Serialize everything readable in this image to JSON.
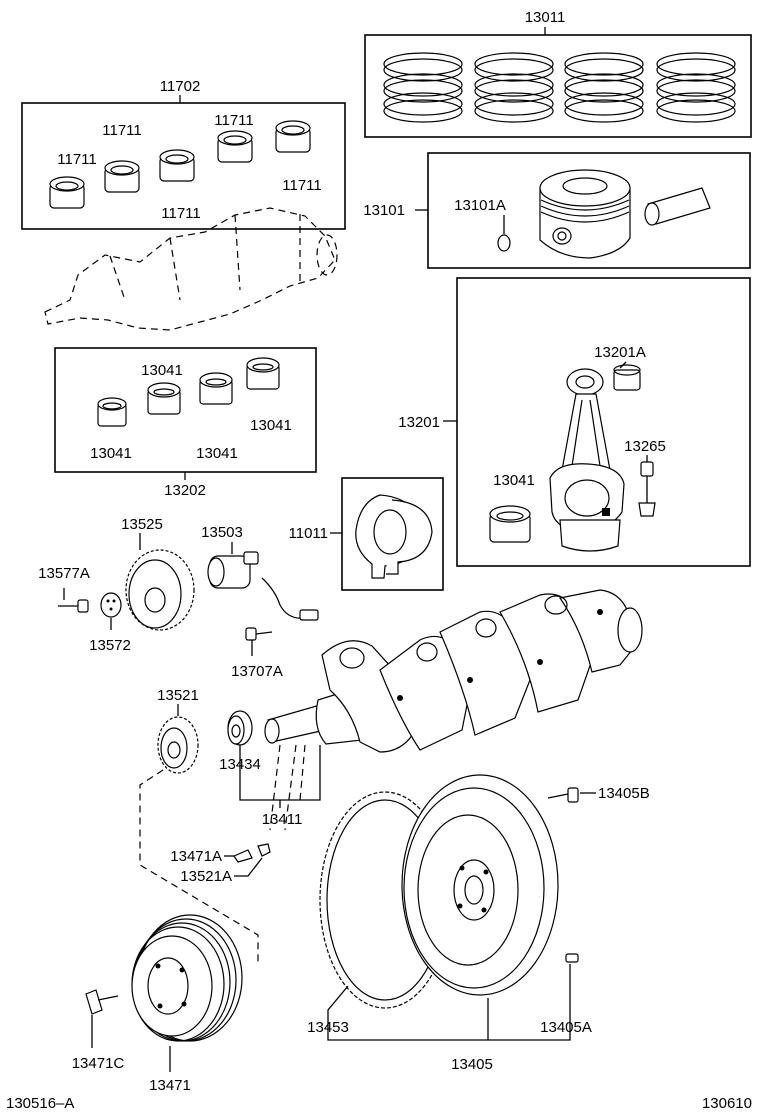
{
  "labels": {
    "ring_set": "13011",
    "bearing_set_upper": "11702",
    "bearing_11711_a": "11711",
    "bearing_11711_b": "11711",
    "bearing_11711_c": "11711",
    "bearing_11711_d": "11711",
    "bearing_11711_e": "11711",
    "piston_sub": "13101",
    "piston_clip": "13101A",
    "rod_sub": "13201",
    "rod_bushing": "13201A",
    "rod_bolt": "13265",
    "rod_bearing": "13041",
    "bearing_13041_a": "13041",
    "bearing_13041_b": "13041",
    "bearing_13041_c": "13041",
    "bearing_13041_d": "13041",
    "bearing_set_lower": "13202",
    "thrust_washer": "11011",
    "timing_pulley": "13525",
    "sensor_plate": "13503",
    "bolt_13577a": "13577A",
    "washer_13572": "13572",
    "bolt_13707a": "13707A",
    "crank_gear": "13521",
    "spacer_13434": "13434",
    "crankshaft": "13411",
    "key_13471a": "13471A",
    "key_13521a": "13521A",
    "flywheel_bolt": "13405B",
    "ring_gear": "13453",
    "flywheel_pin": "13405A",
    "flywheel": "13405",
    "pulley_bolt": "13471C",
    "crank_pulley": "13471",
    "ref_left": "130516–A",
    "ref_right": "130610"
  }
}
